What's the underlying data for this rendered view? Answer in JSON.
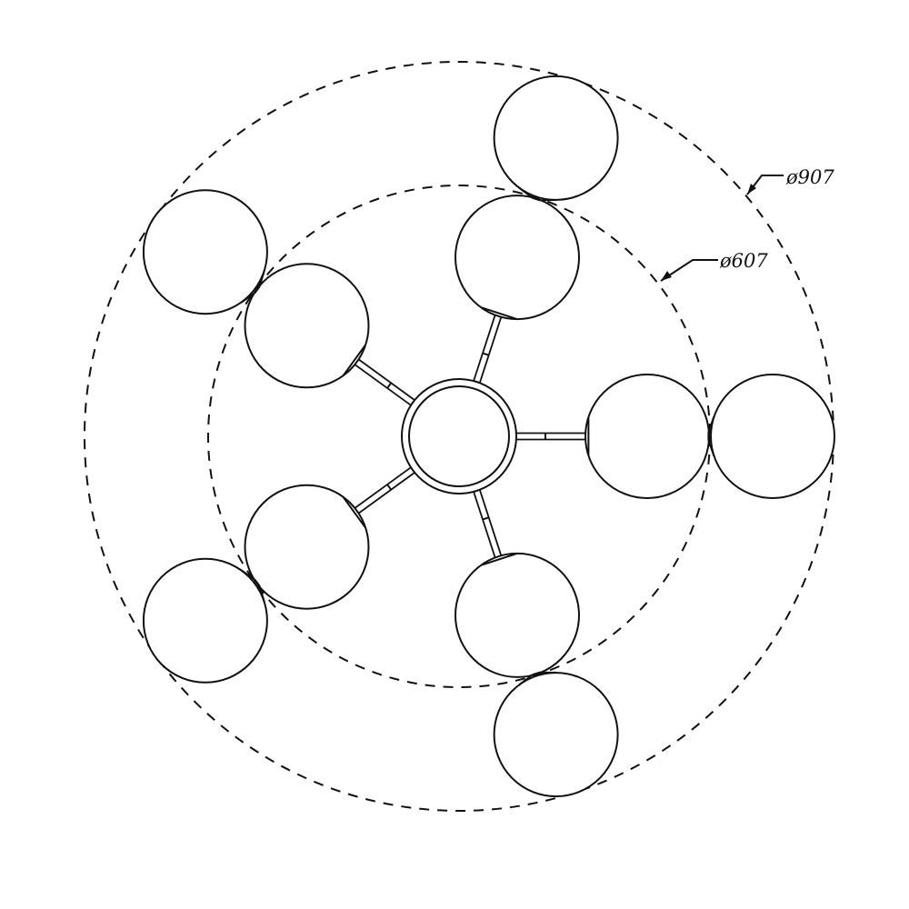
{
  "dimensions": {
    "outer_diameter_label": "ø907",
    "inner_diameter_label": "ø607"
  },
  "fixture": {
    "arm_count": 5,
    "globes_per_arm": 2
  }
}
